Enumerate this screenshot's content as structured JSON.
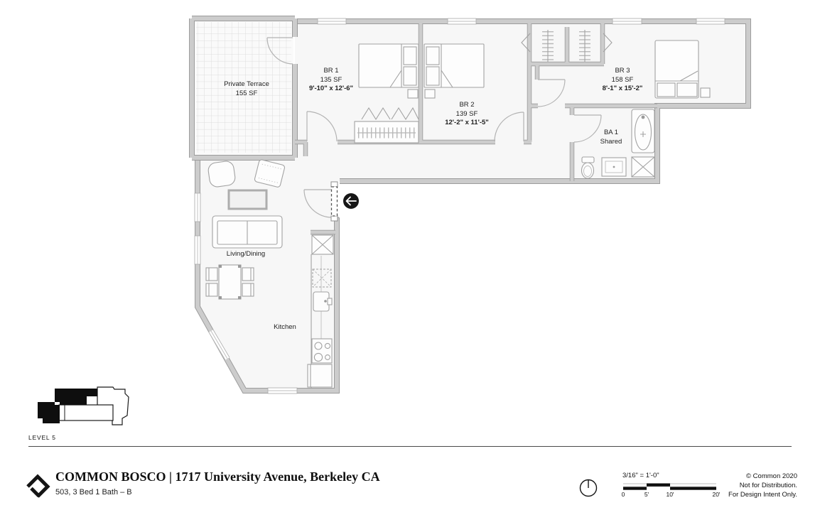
{
  "plan": {
    "terrace": {
      "name": "Private Terrace",
      "area": "155 SF"
    },
    "br1": {
      "name": "BR 1",
      "area": "135 SF",
      "dims": "9'-10\" x 12'-6\""
    },
    "br2": {
      "name": "BR 2",
      "area": "139 SF",
      "dims": "12'-2\" x 11'-5\""
    },
    "br3": {
      "name": "BR 3",
      "area": "158 SF",
      "dims": "8'-1\" x 15'-2\""
    },
    "ba1": {
      "name": "BA 1",
      "note": "Shared"
    },
    "living": {
      "name": "Living/Dining"
    },
    "kitchen": {
      "name": "Kitchen"
    },
    "level": "LEVEL 5"
  },
  "footer": {
    "title": "COMMON BOSCO | 1717 University Avenue, Berkeley CA",
    "subtitle": "503, 3 Bed 1 Bath – B",
    "scale_label": "3/16\" = 1'-0\"",
    "scale_ticks": [
      "0",
      "5'",
      "10'",
      "20'"
    ],
    "copyright": [
      "© Common 2020",
      "Not for Distribution.",
      "For Design Intent Only."
    ]
  },
  "icons": {
    "entry_marker": "arrow-left",
    "compass": "north-indicator",
    "logo": "common-ribbon-logo"
  },
  "colors": {
    "wall": "#9c9c9c",
    "wall_fill": "#cccccc",
    "floor": "#f7f7f7",
    "ink": "#111111",
    "marker": "#161616"
  }
}
